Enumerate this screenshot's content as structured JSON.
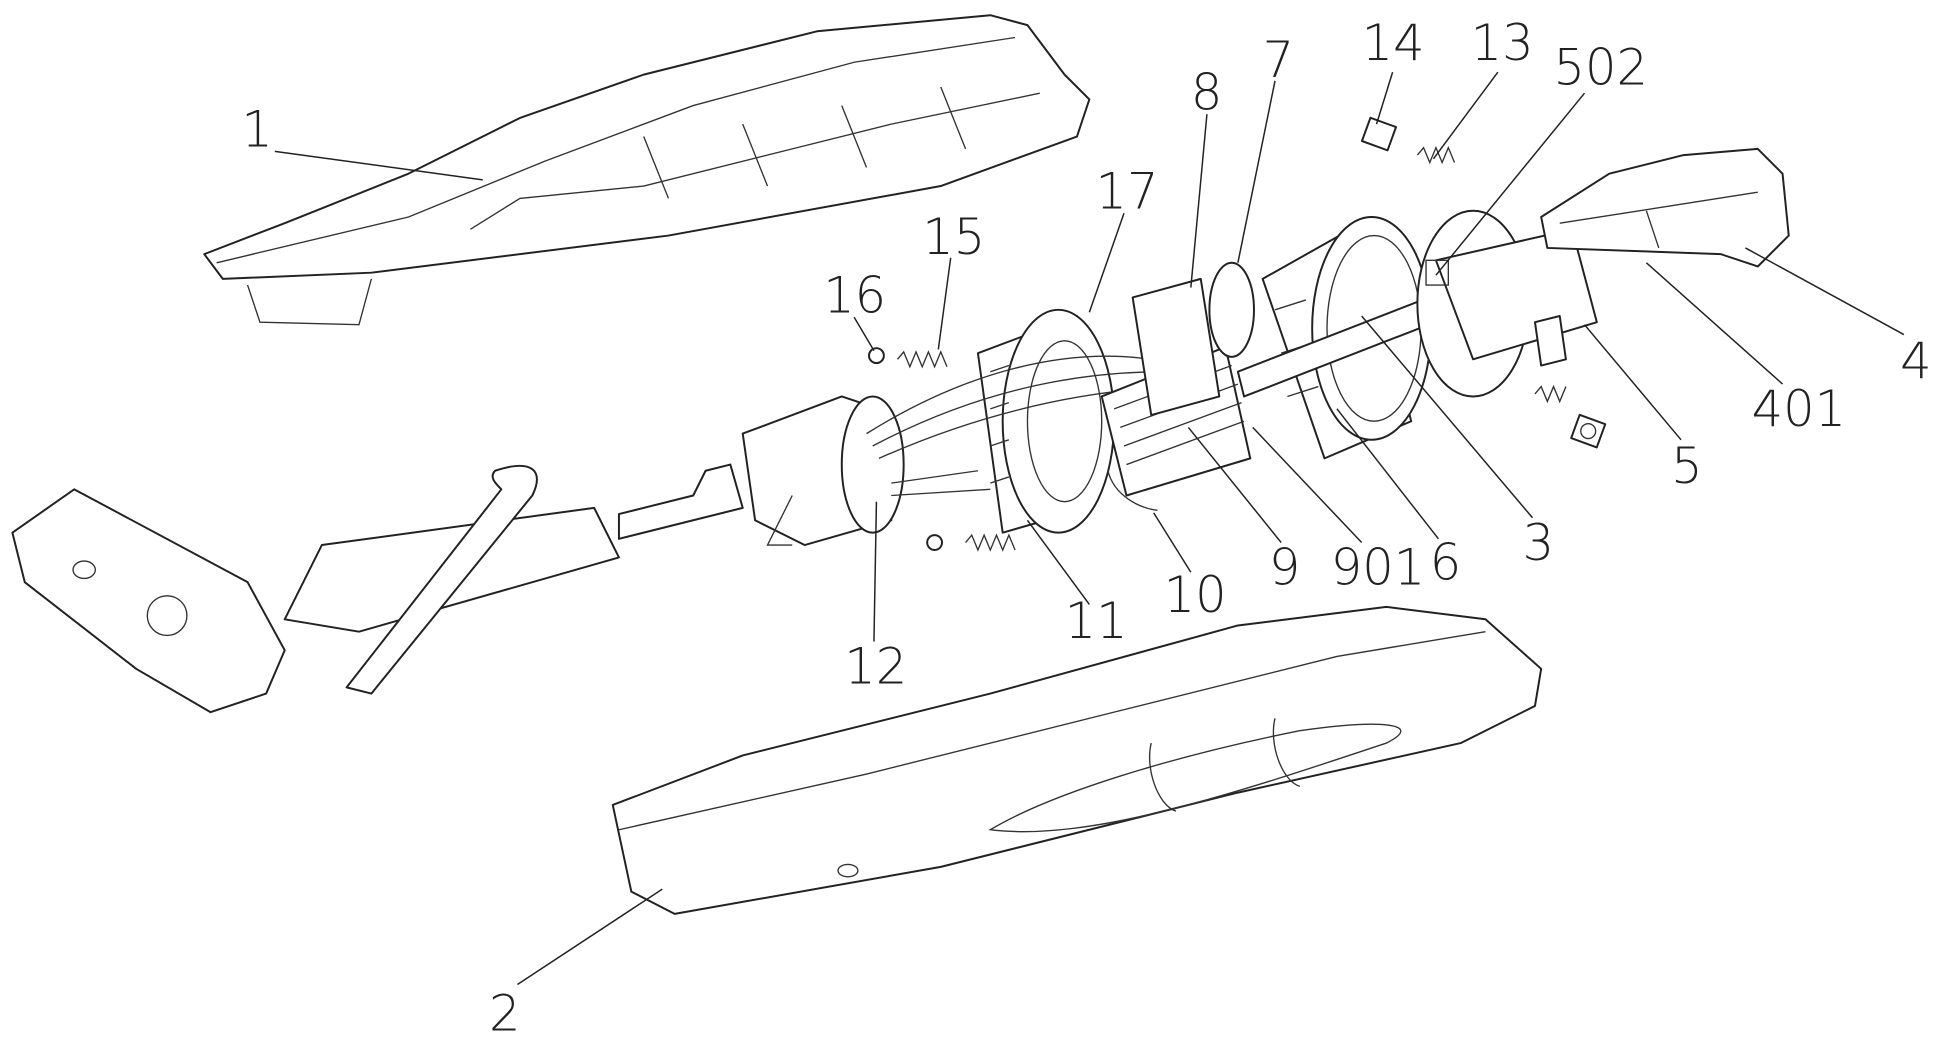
{
  "figure": {
    "type": "exploded-view patent drawing",
    "labels": {
      "l1": "1",
      "l2": "2",
      "l3": "3",
      "l4": "4",
      "l401": "401",
      "l5": "5",
      "l502": "502",
      "l6": "6",
      "l7": "7",
      "l8": "8",
      "l9": "9",
      "l901": "901",
      "l10": "10",
      "l11": "11",
      "l12": "12",
      "l13": "13",
      "l14": "14",
      "l15": "15",
      "l16": "16",
      "l17": "17"
    }
  }
}
